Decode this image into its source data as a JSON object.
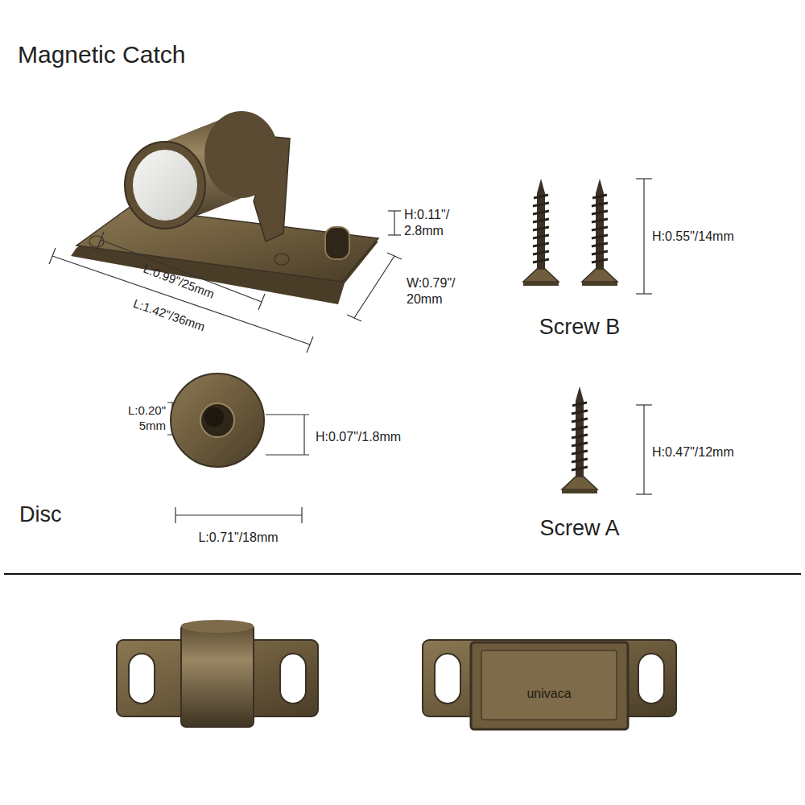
{
  "diagram": {
    "title": "Magnetic Catch",
    "labels": [
      "H:0.11\"/ 2.8mm",
      "L:0.99\"/25mm",
      "L:1.42\"/36mm",
      "W:0.79\"/ 20mm",
      "H:0.55\"/14mm",
      "Screw B",
      "L:0.20\" 5mm",
      "H:0.07\"/1.8mm",
      "Disc",
      "L:0.71\"/18mm",
      "H:0.47\"/12mm",
      "Screw A",
      "univaca"
    ]
  }
}
